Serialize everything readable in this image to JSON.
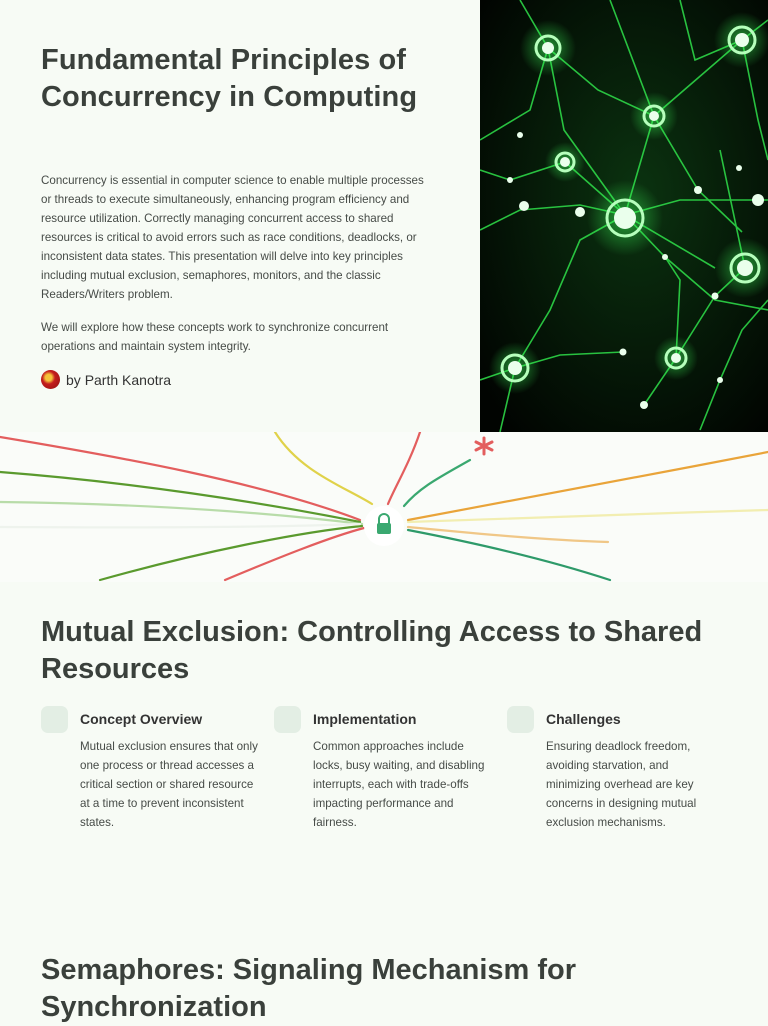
{
  "hero": {
    "title": "Fundamental Principles of Concurrency in Computing",
    "paragraph1": "Concurrency is essential in computer science to enable multiple processes or threads to execute simultaneously, enhancing program efficiency and resource utilization. Correctly managing concurrent access to shared resources is critical to avoid errors such as race conditions, deadlocks, or inconsistent data states. This presentation will delve into key principles including mutual exclusion, semaphores, monitors, and the classic Readers/Writers problem.",
    "paragraph2": "We will explore how these concepts work to synchronize concurrent operations and maintain system integrity.",
    "author_prefix": "by",
    "author_name": "Parth Kanotra"
  },
  "mutual_exclusion": {
    "title": "Mutual Exclusion: Controlling Access to Shared Resources",
    "cards": [
      {
        "title": "Concept Overview",
        "text": "Mutual exclusion ensures that only one process or thread accesses a critical section or shared resource at a time to prevent inconsistent states."
      },
      {
        "title": "Implementation",
        "text": "Common approaches include locks, busy waiting, and disabling interrupts, each with trade-offs impacting performance and fairness."
      },
      {
        "title": "Challenges",
        "text": "Ensuring deadlock freedom, avoiding starvation, and minimizing overhead are key concerns in designing mutual exclusion mechanisms."
      }
    ]
  },
  "semaphores": {
    "title": "Semaphores: Signaling Mechanism for Synchronization"
  },
  "colors": {
    "background": "#f7fbf5",
    "heading": "#3a403b",
    "network_glow": "#3cff5a",
    "lock": "#3aa870"
  }
}
